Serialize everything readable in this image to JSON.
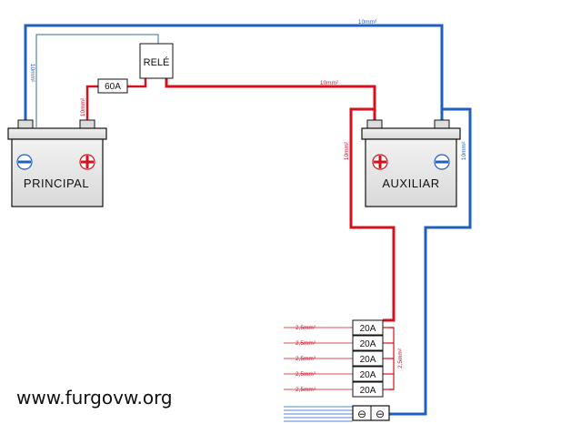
{
  "batteries": {
    "principal": "PRINCIPAL",
    "auxiliar": "AUXILIAR"
  },
  "relay": "RELÉ",
  "fuse_main": "60A",
  "wires": {
    "top_blue": "10mm²",
    "left_blue": "10mm²",
    "fuse_to_battery": "10mm²",
    "red_horizontal": "10mm²",
    "aux_red_vertical": "10mm²",
    "aux_blue_vertical": "10mm²",
    "fuse_bus": "2,5mm²"
  },
  "fuse_boxes": [
    "20A",
    "20A",
    "20A",
    "20A",
    "20A"
  ],
  "fuse_outputs": [
    "2,5mm²",
    "2,5mm²",
    "2,5mm²",
    "2,5mm²",
    "2,5mm²"
  ],
  "ground_terminals": [
    "⊖",
    "⊖"
  ],
  "watermark": "www.furgovw.org",
  "colors": {
    "positive": "#d4111e",
    "negative": "#1f5fbf"
  }
}
